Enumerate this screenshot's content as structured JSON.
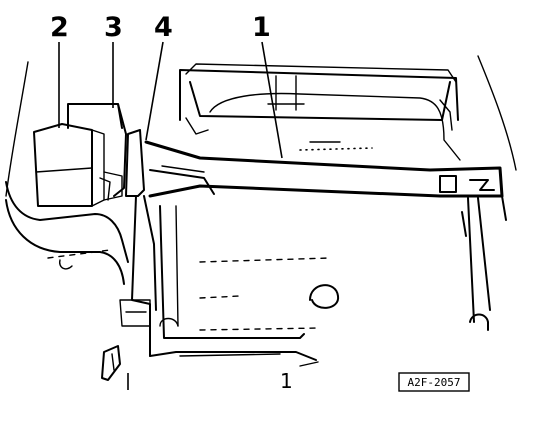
{
  "callouts": {
    "c1_top": "1",
    "c2": "2",
    "c3": "3",
    "c4": "4",
    "c1_bottom": "1"
  },
  "reference_code": "A2F-2057"
}
